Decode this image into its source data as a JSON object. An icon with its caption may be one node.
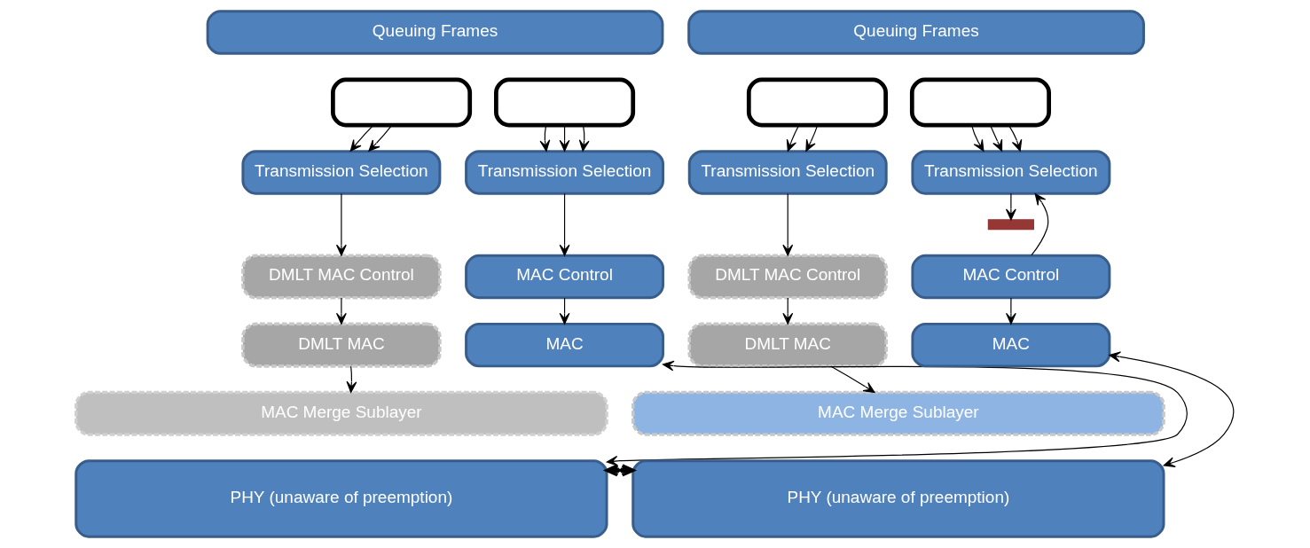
{
  "diagram": {
    "nodes": [
      {
        "text": [
          "Queuing Frames"
        ]
      },
      {
        "text": [],
        "shape": "box"
      },
      {
        "text": [],
        "shape": "box"
      },
      {
        "text": [
          "Transmission Selection"
        ]
      },
      {
        "text": [
          "Transmission Selection"
        ]
      },
      {
        "text": [
          "DMLT MAC Control"
        ]
      },
      {
        "text": [
          "MAC Control"
        ]
      },
      {
        "text": [
          "DMLT MAC"
        ]
      },
      {
        "text": [
          "MAC"
        ]
      },
      {
        "text": [
          "MAC Merge Sublayer"
        ]
      },
      {
        "text": [
          "PHY (unaware of preemption)"
        ]
      },
      {
        "text": [
          "Queuing Frames"
        ]
      },
      {
        "text": [],
        "shape": "box"
      },
      {
        "text": [],
        "shape": "box"
      },
      {
        "text": [
          "Transmission Selection"
        ]
      },
      {
        "text": [
          "Transmission Selection"
        ]
      },
      {
        "text": [
          "DMLT MAC Control"
        ]
      },
      {
        "text": [],
        "shape": "bar"
      },
      {
        "text": [
          "MAC Control"
        ]
      },
      {
        "text": [
          "DMLT MAC"
        ]
      },
      {
        "text": [
          "MAC"
        ]
      },
      {
        "text": [
          "MAC Merge Sublayer"
        ]
      },
      {
        "text": [
          "PHY (unaware of preemption)"
        ]
      }
    ],
    "edges": [
      {
        "from": 1,
        "to": 3,
        "arrow": "to"
      },
      {
        "from": 1,
        "to": 3,
        "arrow": "to"
      },
      {
        "from": 2,
        "to": 4,
        "arrow": "to"
      },
      {
        "from": 2,
        "to": 4,
        "arrow": "to"
      },
      {
        "from": 2,
        "to": 4,
        "arrow": "to"
      },
      {
        "from": 3,
        "to": 5,
        "arrow": "to"
      },
      {
        "from": 4,
        "to": 6,
        "arrow": "to"
      },
      {
        "from": 5,
        "to": 7,
        "arrow": "to"
      },
      {
        "from": 6,
        "to": 8,
        "arrow": "to"
      },
      {
        "from": 7,
        "to": 9,
        "arrow": "to"
      },
      {
        "from": 10,
        "to": 8,
        "arrow": "both"
      },
      {
        "from": 12,
        "to": 14,
        "arrow": "to"
      },
      {
        "from": 12,
        "to": 14,
        "arrow": "to"
      },
      {
        "from": 13,
        "to": 15,
        "arrow": "to"
      },
      {
        "from": 13,
        "to": 15,
        "arrow": "to"
      },
      {
        "from": 13,
        "to": 15,
        "arrow": "to"
      },
      {
        "from": 14,
        "to": 16,
        "arrow": "to"
      },
      {
        "from": 15,
        "to": 17,
        "arrow": "to"
      },
      {
        "from": 18,
        "to": 15,
        "arrow": "to"
      },
      {
        "from": 16,
        "to": 19,
        "arrow": "to"
      },
      {
        "from": 18,
        "to": 20,
        "arrow": "to"
      },
      {
        "from": 19,
        "to": 21,
        "arrow": "to"
      },
      {
        "from": 22,
        "to": 20,
        "arrow": "both"
      },
      {
        "from": 10,
        "to": 22,
        "arrow": "both",
        "style": "thick"
      }
    ]
  }
}
